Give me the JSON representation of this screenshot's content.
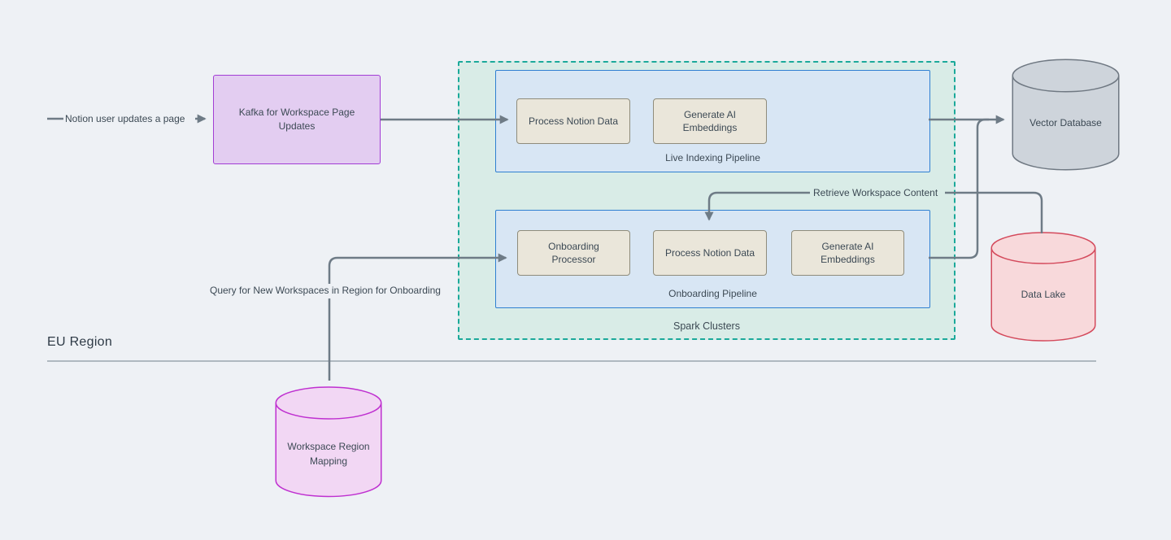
{
  "region": {
    "label": "EU Region"
  },
  "nodes": {
    "kafka": {
      "label": "Kafka for Workspace Page Updates",
      "fill": "#e3cdf1",
      "border": "#a23dd5"
    },
    "spark_clusters": {
      "label": "Spark Clusters",
      "fill": "#d9ece7",
      "border": "#1ba99a"
    },
    "live_indexing_pipeline": {
      "label": "Live Indexing Pipeline",
      "fill": "#d8e6f4",
      "border": "#2f7fd1",
      "tasks": [
        {
          "label": "Process Notion Data"
        },
        {
          "label": "Generate AI Embeddings"
        }
      ]
    },
    "onboarding_pipeline": {
      "label": "Onboarding Pipeline",
      "fill": "#d8e6f4",
      "border": "#2f7fd1",
      "tasks": [
        {
          "label": "Onboarding Processor"
        },
        {
          "label": "Process Notion Data"
        },
        {
          "label": "Generate AI Embeddings"
        }
      ]
    },
    "vector_database": {
      "label": "Vector Database",
      "fill": "#ced4db",
      "border": "#6f7882"
    },
    "data_lake": {
      "label": "Data Lake",
      "fill": "#f8d9db",
      "border": "#d44a5c"
    },
    "workspace_region_mapping": {
      "label": "Workspace Region Mapping",
      "fill": "#f2d7f4",
      "border": "#bf30d0"
    }
  },
  "edge_labels": {
    "notion_update": "Notion user updates a page",
    "retrieve_content": "Retrieve Workspace Content",
    "query_new_workspaces": "Query for New Workspaces in Region for Onboarding"
  },
  "colors": {
    "background": "#eef1f5",
    "connector": "#6e7b86",
    "text": "#3c4954",
    "divider": "#9aa5af",
    "task_fill": "#eae6da",
    "task_border": "#8f8c7b"
  }
}
